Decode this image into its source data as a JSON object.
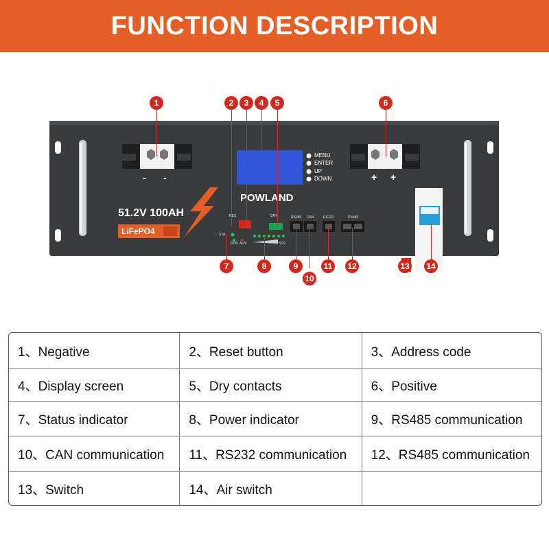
{
  "header": {
    "title": "FUNCTION DESCRIPTION",
    "background_color": "#e45f25"
  },
  "device": {
    "brand": "POWLAND",
    "model": "51.2V 100AH",
    "chemistry": "LiFePO4",
    "negative_signs": [
      "-",
      "-"
    ],
    "positive_signs": [
      "+",
      "+"
    ],
    "menu_buttons": [
      "MENU",
      "ENTER",
      "UP",
      "DOWN"
    ],
    "port_labels": {
      "res": "RES",
      "dry": "DRY",
      "rs485_a": "RS485",
      "can": "CAN",
      "rs232": "RS232",
      "rs485_b": "RS485",
      "sta": "STA",
      "run": "RUN",
      "alm": "ALM",
      "soc": "SOC",
      "power": "POWER",
      "onoff": "ON/OFF"
    }
  },
  "callouts": [
    "1",
    "2",
    "3",
    "4",
    "5",
    "6",
    "7",
    "8",
    "9",
    "10",
    "11",
    "12",
    "13",
    "14"
  ],
  "table": {
    "rows": [
      [
        "1、Negative",
        "2、Reset button",
        "3、Address code"
      ],
      [
        "4、Display screen",
        "5、Dry contacts",
        "6、Positive"
      ],
      [
        "7、Status indicator",
        "8、Power indicator",
        "9、RS485 communication"
      ],
      [
        "10、CAN communication",
        "11、RS232 communication",
        "12、RS485 communication"
      ],
      [
        "13、Switch",
        "14、Air switch",
        ""
      ]
    ]
  },
  "colors": {
    "accent": "#e45f25",
    "callout": "#d4281e",
    "panel": "#3a3b3d",
    "screen": "#2f56d6"
  }
}
